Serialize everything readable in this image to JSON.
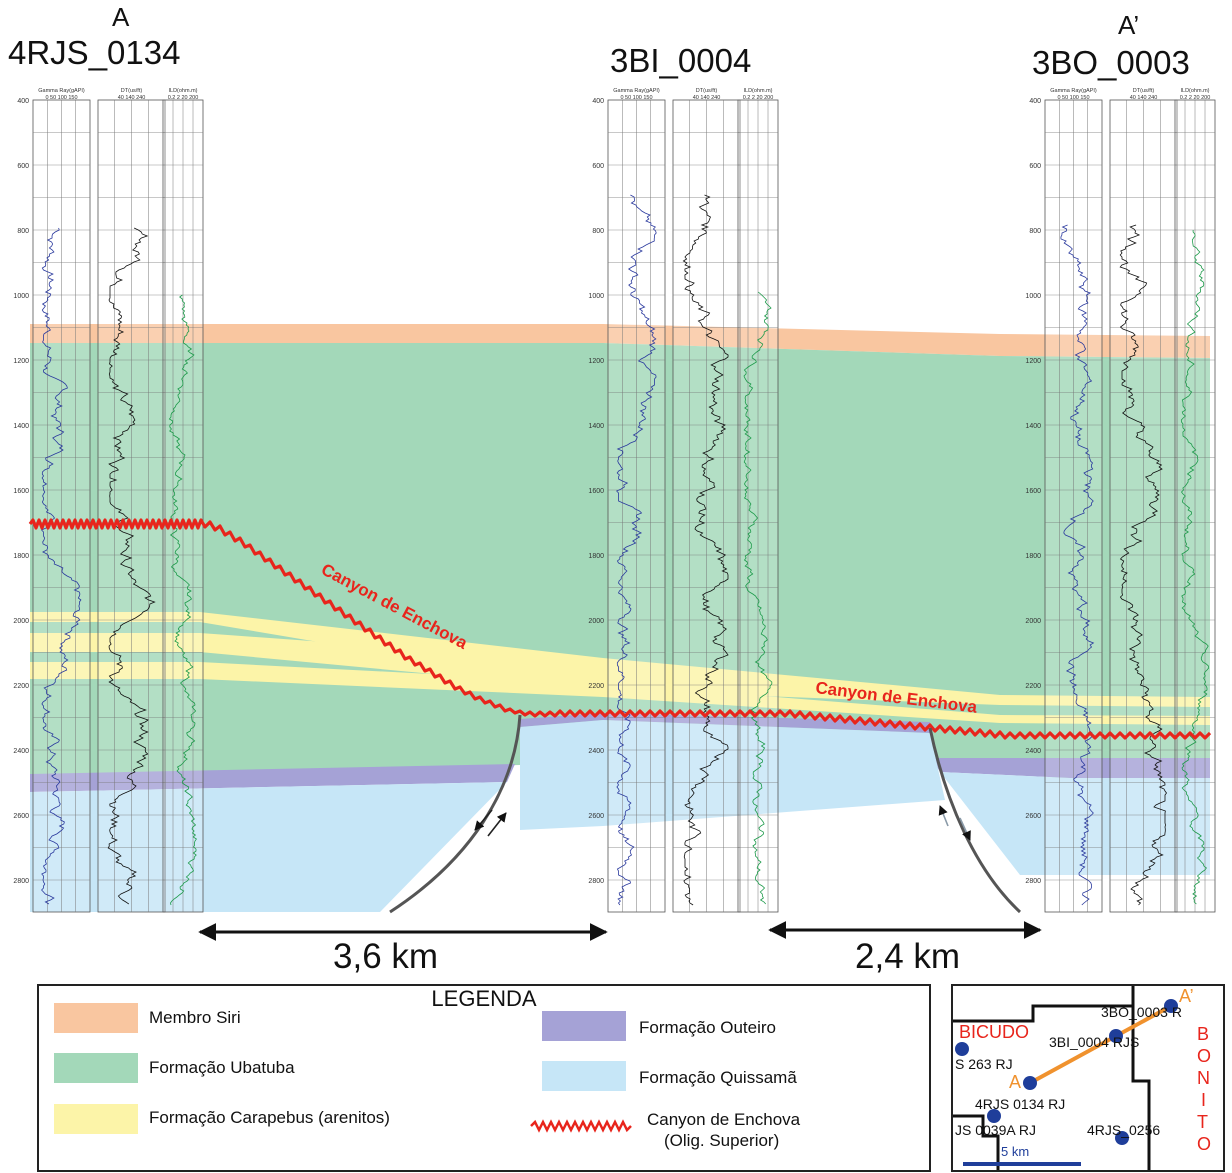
{
  "section": {
    "start_label": "A",
    "end_label": "A’",
    "wells": [
      {
        "name": "4RJS_0134"
      },
      {
        "name": "3BI_0004"
      },
      {
        "name": "3BO_0003"
      }
    ],
    "depth_ticks": [
      "400",
      "600",
      "800",
      "1000",
      "1200",
      "1400",
      "1600",
      "1800",
      "2000",
      "2200",
      "2400",
      "2600",
      "2800"
    ],
    "track_headers": {
      "gamma": "Gamma Ray(gAPI)",
      "gamma_scale": "0   50   100 150",
      "dt": "DT(us/ft)",
      "dt_scale": "40   140   240",
      "ild": "ILD(ohm.m)",
      "ild_scale": "0.2  2  20 200"
    },
    "canyon_label": "Canyon de Enchova",
    "distances": [
      "3,6 km",
      "2,4 km"
    ]
  },
  "legend": {
    "title": "LEGENDA",
    "items": [
      {
        "label": "Membro Siri",
        "color": "#f9c6a0"
      },
      {
        "label": "Formação Ubatuba",
        "color": "#a3d8b9"
      },
      {
        "label": "Formação Carapebus (arenitos)",
        "color": "#fcf4a8"
      },
      {
        "label": "Formação Outeiro",
        "color": "#a5a2d6"
      },
      {
        "label": "Formação Quissamã",
        "color": "#c6e6f7"
      }
    ],
    "canyon_label": "Canyon de Enchova",
    "canyon_sub": "(Olig. Superior)",
    "canyon_color": "#e8251c"
  },
  "map": {
    "labels": {
      "field_left": "BICUDO",
      "field_right_letters": [
        "B",
        "O",
        "N",
        "I",
        "T",
        "O"
      ],
      "w1": "3BO_0003  R",
      "w2": "3BI_0004   RJS",
      "w3": "S 263 RJ",
      "w4": "4RJS 0134   RJ",
      "w5": "JS 0039A RJ",
      "w6": "4RJS_0256",
      "a": "A",
      "a_prime": "A’",
      "scale": "5 km"
    },
    "section_color": "#f0922e",
    "well_color": "#1f3e9a"
  }
}
